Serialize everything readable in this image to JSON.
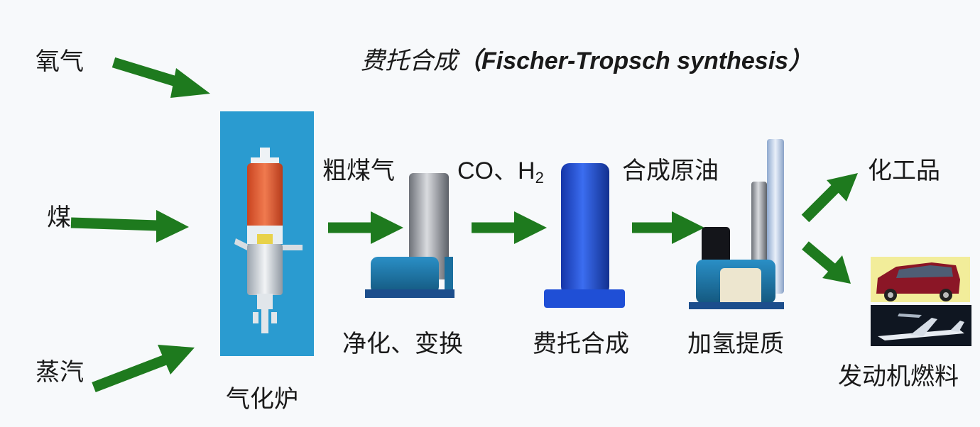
{
  "title": {
    "cn": "费托合成",
    "en": "（Fischer-Tropsch synthesis）"
  },
  "inputs": {
    "oxygen": "氧气",
    "coal": "煤",
    "steam": "蒸汽"
  },
  "units": {
    "gasifier": "气化炉",
    "purification": "净化、变换",
    "ft_synthesis": "费托合成",
    "hydrotreating": "加氢提质"
  },
  "streams": {
    "raw_syngas": "粗煤气",
    "syngas_co": "CO、H",
    "syngas_sub": "2",
    "crude_oil": "合成原油"
  },
  "products": {
    "chemicals": "化工品",
    "engine_fuel": "发动机燃料"
  },
  "colors": {
    "arrow": "#1e7a1e",
    "gasifier_bg": "#2a9bd0",
    "vessel_blue": "#1f4fd6",
    "teal": "#1b6f9e"
  }
}
